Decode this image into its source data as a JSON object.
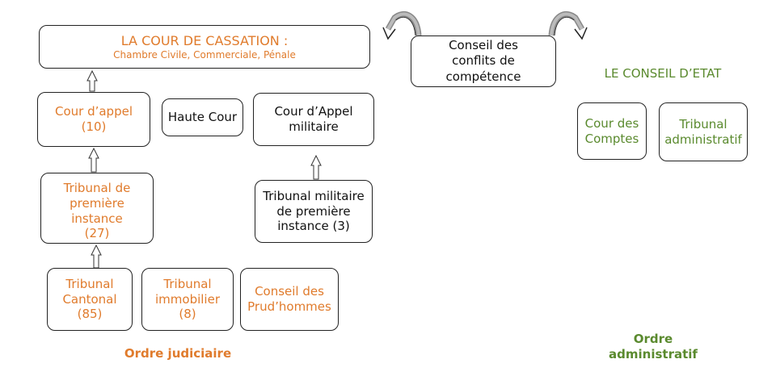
{
  "cassation": {
    "title": "LA COUR DE CASSATION :",
    "subtitle": "Chambre Civile, Commerciale, Pénale"
  },
  "conflits": {
    "label": "Conseil des conflits de compétence"
  },
  "conseil_etat": {
    "label": "LE CONSEIL D’ETAT"
  },
  "cour_appel": {
    "line1": "Cour d’appel",
    "line2": "(10)"
  },
  "haute_cour": {
    "label": "Haute Cour"
  },
  "cour_appel_militaire": {
    "line1": "Cour d’Appel",
    "line2": "militaire"
  },
  "cour_comptes": {
    "line1": "Cour des",
    "line2": "Comptes"
  },
  "tribunal_admin": {
    "line1": "Tribunal",
    "line2": "administratif"
  },
  "tribunal_premiere": {
    "line1": "Tribunal de",
    "line2": "première",
    "line3": "instance",
    "line4": "(27)"
  },
  "tribunal_militaire": {
    "line1": "Tribunal militaire",
    "line2": "de première",
    "line3": "instance (3)"
  },
  "tribunal_cantonal": {
    "line1": "Tribunal",
    "line2": "Cantonal",
    "line3": "(85)"
  },
  "tribunal_immobilier": {
    "line1": "Tribunal",
    "line2": "immobilier",
    "line3": "(8)"
  },
  "prudhommes": {
    "line1": "Conseil des",
    "line2": "Prud’hommes"
  },
  "ordre_judiciaire": {
    "label": "Ordre judiciaire"
  },
  "ordre_administratif": {
    "line1": "Ordre",
    "line2": "administratif"
  },
  "colors": {
    "judicial": "#e07b2c",
    "administrative": "#5a8a2e"
  }
}
